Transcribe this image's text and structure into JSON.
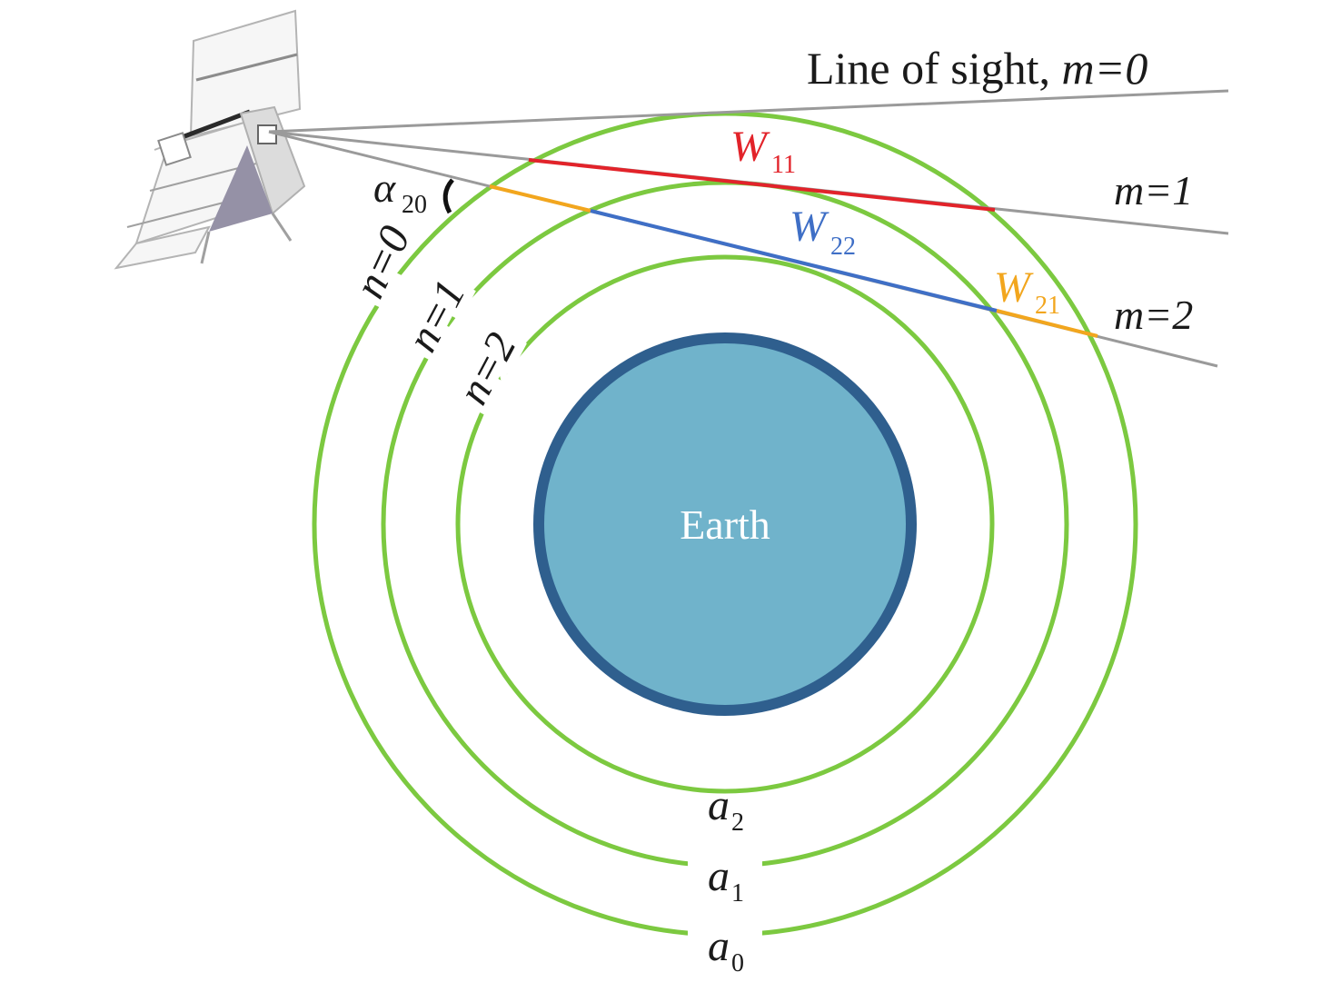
{
  "earth": {
    "label": "Earth",
    "fill": "#70b3cb",
    "stroke": "#2f5f8e"
  },
  "shells": {
    "stroke": "#7cc940",
    "n_labels": [
      {
        "id": "n0",
        "text": "n=0"
      },
      {
        "id": "n1",
        "text": "n=1"
      },
      {
        "id": "n2",
        "text": "n=2"
      }
    ],
    "radius_labels": [
      {
        "id": "a2",
        "base": "a",
        "sub": "2"
      },
      {
        "id": "a1",
        "base": "a",
        "sub": "1"
      },
      {
        "id": "a0",
        "base": "a",
        "sub": "0"
      }
    ]
  },
  "sight_lines": {
    "stroke": "#9a9a9a",
    "line_of_sight_label": "Line of sight, ",
    "m0": "m=0",
    "m1": "m=1",
    "m2": "m=2"
  },
  "weights": {
    "w11": {
      "base": "W",
      "sub": "11",
      "color": "#e2232a"
    },
    "w22": {
      "base": "W",
      "sub": "22",
      "color": "#3f6fc6"
    },
    "w21": {
      "base": "W",
      "sub": "21",
      "color": "#f2a61e"
    }
  },
  "angle": {
    "base": "α",
    "sub": "20"
  }
}
